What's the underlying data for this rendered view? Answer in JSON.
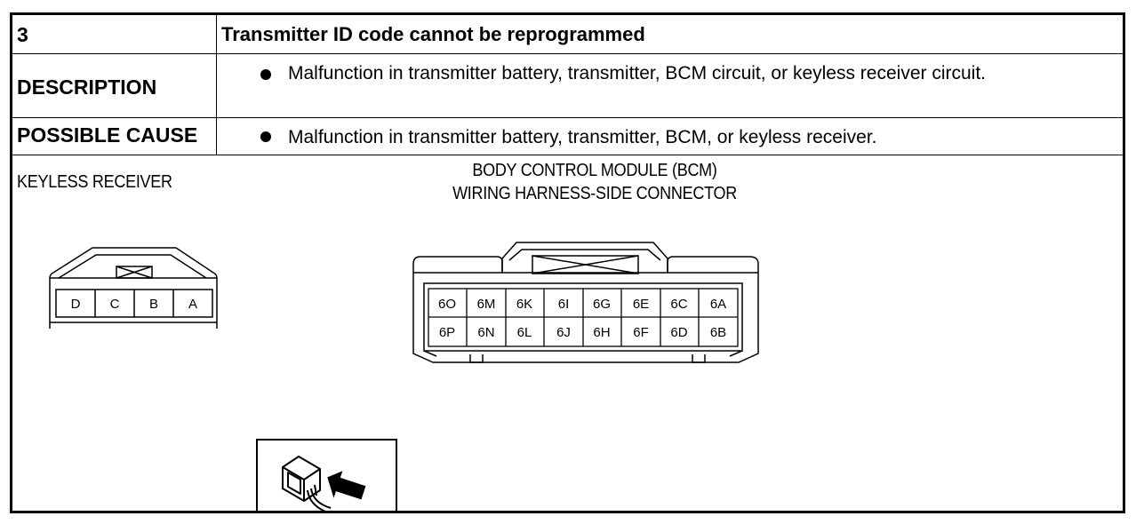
{
  "table": {
    "number": "3",
    "title": "Transmitter ID code cannot be reprogrammed",
    "description_label": "DESCRIPTION",
    "description_text": "Malfunction in transmitter battery, transmitter, BCM circuit, or keyless receiver circuit.",
    "cause_label": "POSSIBLE CAUSE",
    "cause_text": "Malfunction in transmitter battery, transmitter, BCM, or keyless receiver."
  },
  "diagram": {
    "keyless_label": "KEYLESS RECEIVER",
    "keyless_pins": [
      "D",
      "C",
      "B",
      "A"
    ],
    "bcm_label_line1": "BODY CONTROL MODULE (BCM)",
    "bcm_label_line2": "WIRING HARNESS-SIDE CONNECTOR",
    "bcm_pins_top": [
      "6O",
      "6M",
      "6K",
      "6I",
      "6G",
      "6E",
      "6C",
      "6A"
    ],
    "bcm_pins_bottom": [
      "6P",
      "6N",
      "6L",
      "6J",
      "6H",
      "6F",
      "6D",
      "6B"
    ]
  }
}
